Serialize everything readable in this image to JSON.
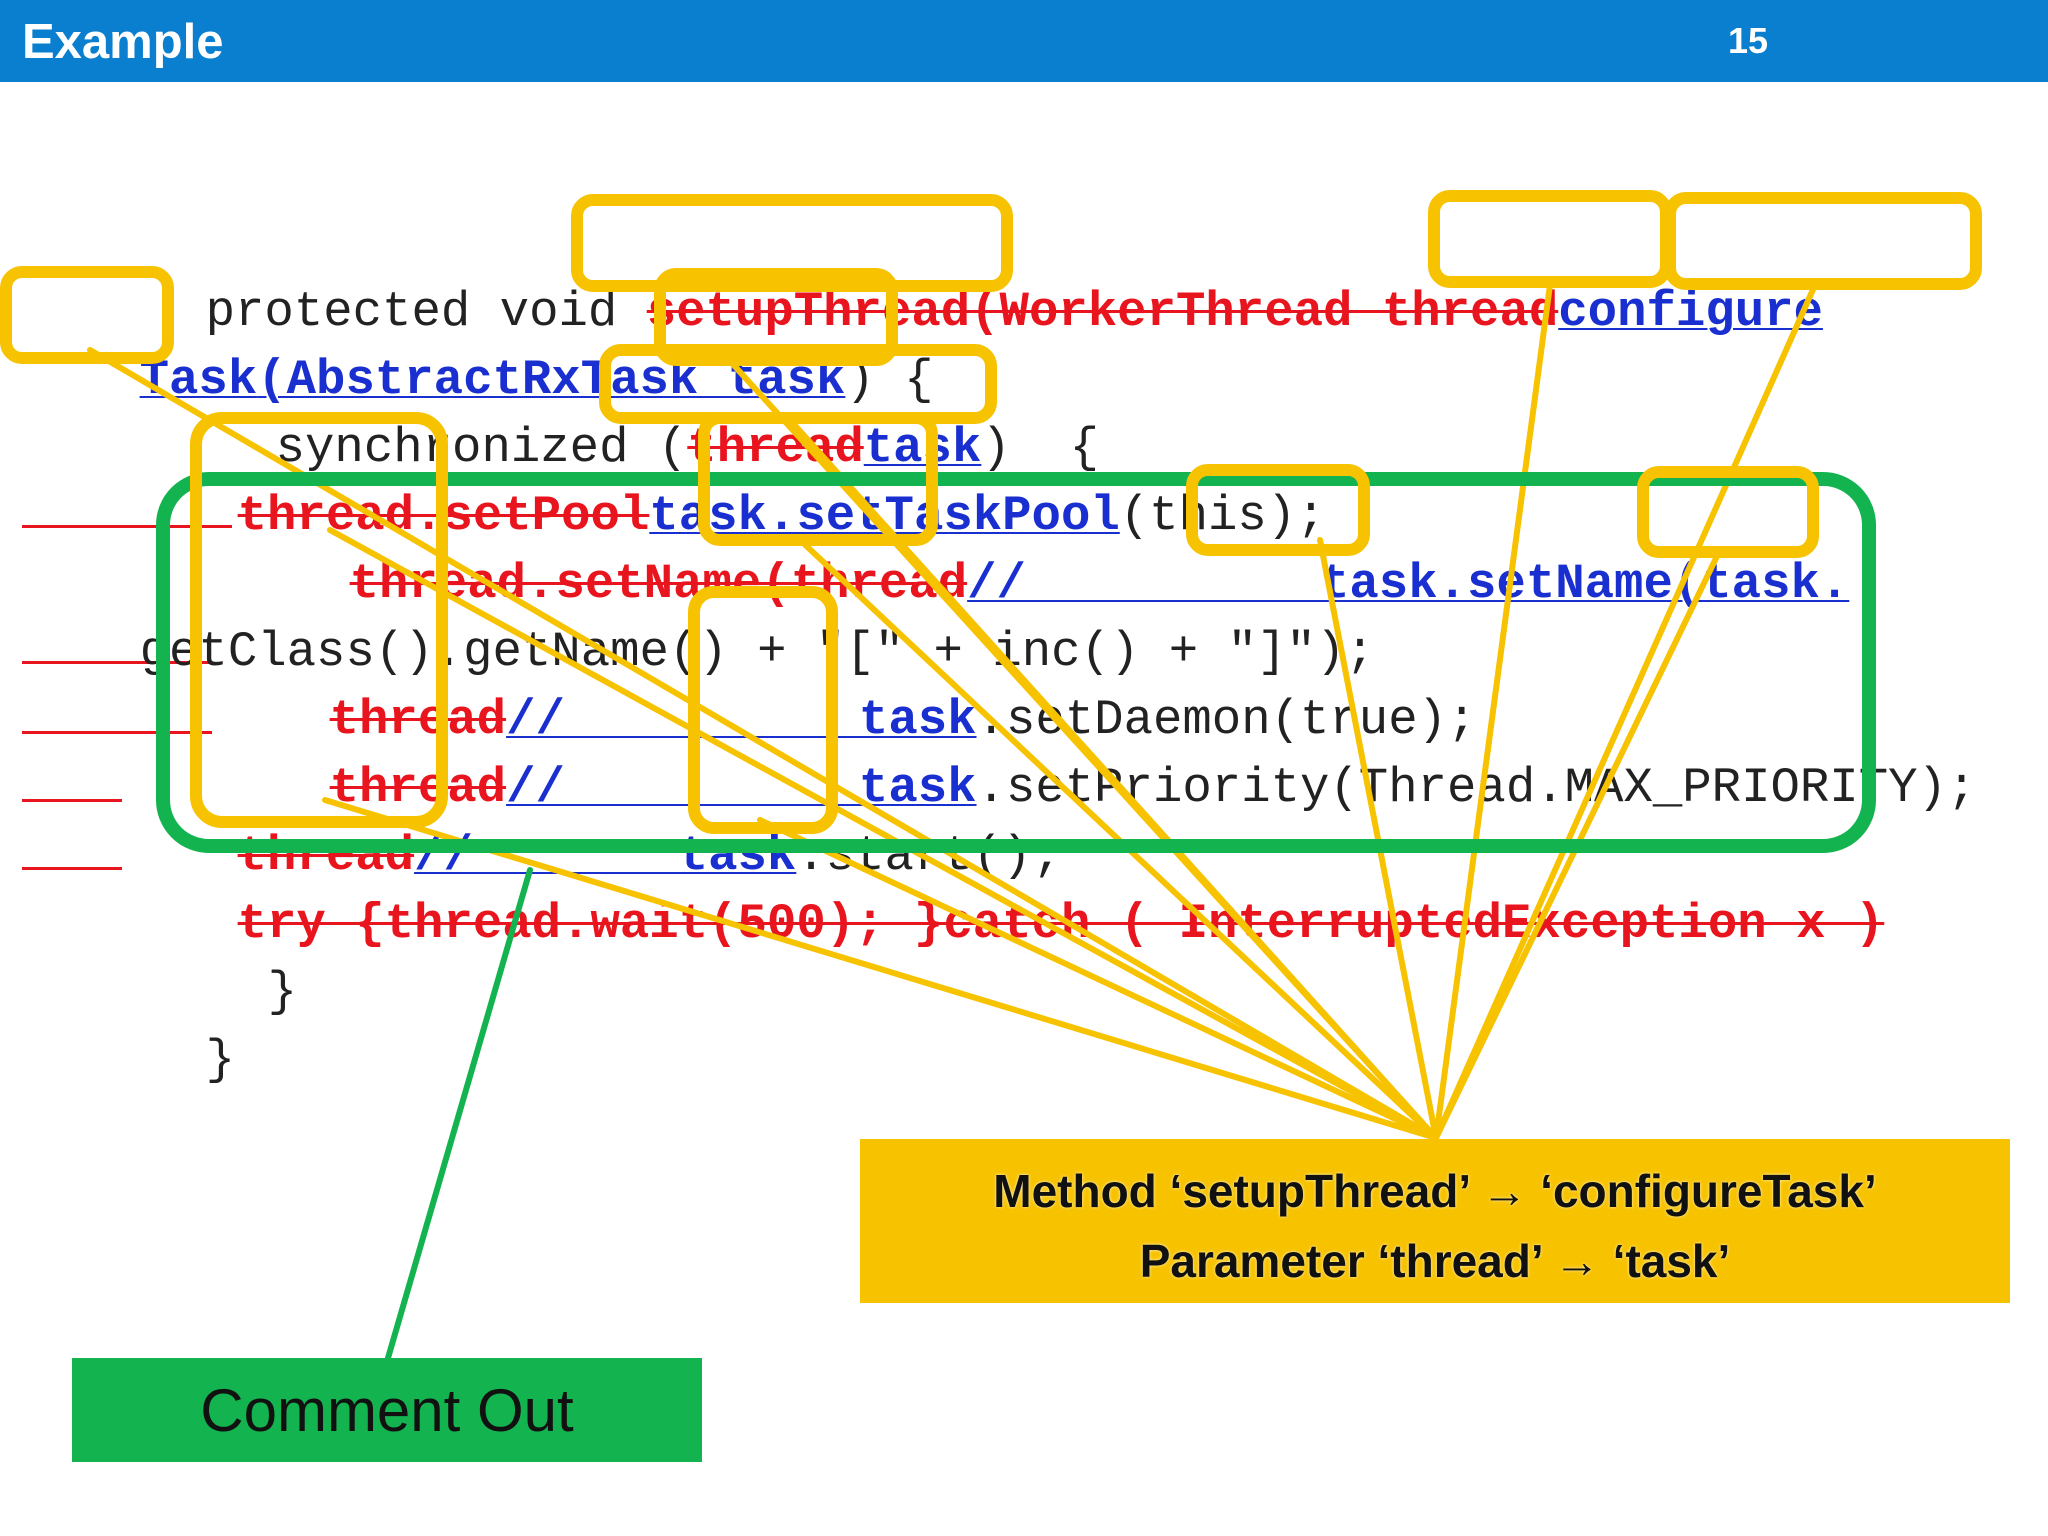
{
  "header": {
    "title": "Example",
    "page_number": "15"
  },
  "code": {
    "l1_a": "protected void ",
    "l1_del": "setupThread(WorkerThread thread",
    "l1_ins": "configure",
    "l2_ins1": "Task",
    "l2_ins2": "(AbstractRxTask task",
    "l2_b": ") {",
    "l3_a": "synchronized (",
    "l3_del": "thread",
    "l3_ins": "task",
    "l3_b": ")  {",
    "l4_del": "thread.setPool",
    "l4_ins": "task.setTaskPool",
    "l4_b": "(this);",
    "l5_del": "thread.setName(thread",
    "l5_ins": "//          task.setName(task.",
    "l6_a": "getClass().getName() + \"[\" + inc() + \"]\");",
    "l7_del": "thread",
    "l7_ins": "//          task",
    "l7_b": ".setDaemon(true);",
    "l8_del": "thread",
    "l8_ins": "//          task",
    "l8_b": ".setPriority(Thread.MAX_PRIORITY);",
    "l9_del": "thread",
    "l9_ins": "//       task",
    "l9_b": ".start();",
    "l10_del": "try {thread.wait(500); }catch ( InterruptedException x )",
    "l11_a": "}",
    "l12_a": "}"
  },
  "callout": {
    "line1": "Method ‘setupThread’  →  ‘configureTask’",
    "line2": "Parameter ‘thread’  →  ‘task’"
  },
  "comment_label": "Comment Out",
  "colors": {
    "header": "#0a7fcf",
    "deleted": "#e8151f",
    "inserted": "#1a2fd0",
    "highlight": "#f7c200",
    "comment_out": "#13b34f"
  }
}
